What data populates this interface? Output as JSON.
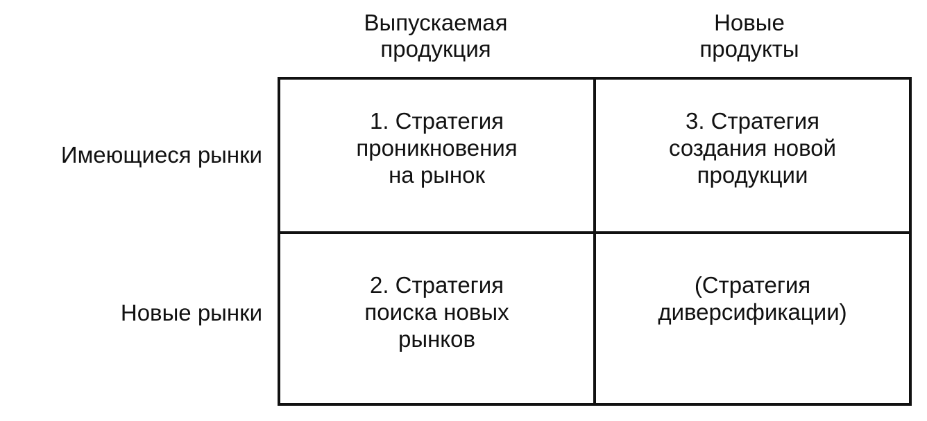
{
  "columns": {
    "current_products": "Выпускаемая\nпродукция",
    "new_products": "Новые\nпродукты"
  },
  "rows": {
    "existing_markets": "Имеющиеся рынки",
    "new_markets": "Новые рынки"
  },
  "cells": {
    "existing_current": "1. Стратегия\nпроникновения\nна рынок",
    "existing_new": "3. Стратегия\nсоздания новой\nпродукции",
    "new_current": "2. Стратегия\nпоиска новых\nрынков",
    "new_new": "(Стратегия\nдиверсификации)"
  }
}
